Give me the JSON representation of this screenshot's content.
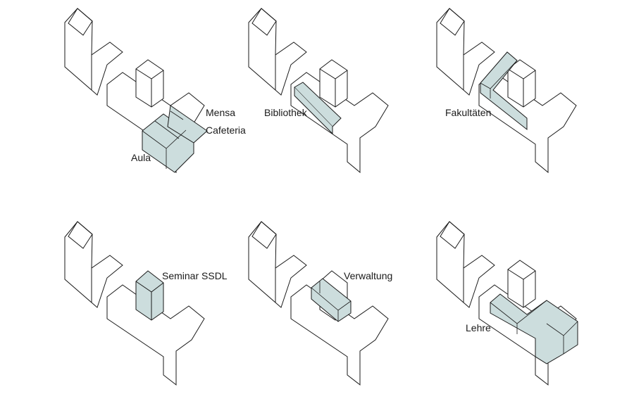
{
  "diagrams": [
    {
      "labels": [
        "Mensa",
        "Cafeteria",
        "Aula"
      ]
    },
    {
      "labels": [
        "Bibliothek"
      ]
    },
    {
      "labels": [
        "Fakultäten"
      ]
    },
    {
      "labels": [
        "Seminar SSDL"
      ]
    },
    {
      "labels": [
        "Verwaltung"
      ]
    },
    {
      "labels": [
        "Lehre"
      ]
    }
  ],
  "colors": {
    "line": "#1a1a1a",
    "fill": "#ffffff",
    "highlight": "#ccdddd"
  }
}
